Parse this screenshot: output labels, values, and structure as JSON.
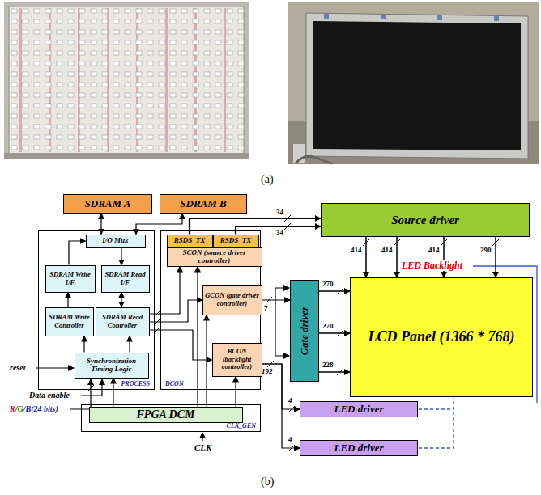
{
  "diagram": {
    "nodes": [
      {
        "text": [
          "SDRAM A"
        ]
      },
      {
        "text": [
          "SDRAM B"
        ]
      },
      {
        "text": [
          "PROCESS"
        ]
      },
      {
        "text": [
          "I/O Mux"
        ],
        "in": 2
      },
      {
        "text": [
          "SDRAM Write I/F"
        ],
        "in": 2
      },
      {
        "text": [
          "SDRAM Read I/F"
        ],
        "in": 2
      },
      {
        "text": [
          "SDRAM Write Controller"
        ],
        "in": 2
      },
      {
        "text": [
          "SDRAM Read Controller"
        ],
        "in": 2
      },
      {
        "text": [
          "Synchronization Timing Logic"
        ],
        "in": 2
      },
      {
        "text": [
          "DCON"
        ]
      },
      {
        "text": [
          "RSDS_TX"
        ],
        "in": 9
      },
      {
        "text": [
          "RSDS_TX"
        ],
        "in": 9
      },
      {
        "text": [
          "SCON (source driver controller)"
        ],
        "in": 9
      },
      {
        "text": [
          "GCON (gate driver controller)"
        ],
        "in": 9
      },
      {
        "text": [
          "BCON (backlight controller)"
        ],
        "in": 9
      },
      {
        "text": [
          "CLK_GEN"
        ]
      },
      {
        "text": [
          "FPGA DCM"
        ],
        "in": 15
      },
      {
        "text": [
          "Source driver"
        ]
      },
      {
        "text": [
          "Gate driver"
        ]
      },
      {
        "text": [
          "LCD Panel (1366 * 768)"
        ]
      },
      {
        "text": [
          "LED driver"
        ]
      },
      {
        "text": [
          "LED driver"
        ]
      }
    ],
    "edges": [
      {
        "from": 3,
        "to": 0,
        "arrow": "both"
      },
      {
        "from": 3,
        "to": 1,
        "arrow": "both"
      },
      {
        "from": 4,
        "to": 3,
        "arrow": "to"
      },
      {
        "from": 3,
        "to": 5,
        "arrow": "to"
      },
      {
        "from": 6,
        "to": 4,
        "arrow": "to"
      },
      {
        "from": 5,
        "to": 7,
        "arrow": "both"
      },
      {
        "from": 8,
        "to": 6,
        "arrow": "to"
      },
      {
        "from": 8,
        "to": 7,
        "arrow": "to"
      },
      {
        "from": 7,
        "to": 12,
        "arrow": "to"
      },
      {
        "from": 7,
        "to": 13,
        "arrow": "to"
      },
      {
        "from": 7,
        "to": 14,
        "arrow": "to"
      },
      {
        "from": 16,
        "to": 8,
        "arrow": "to"
      },
      {
        "from": 16,
        "to": 12,
        "arrow": "to"
      },
      {
        "from": 16,
        "to": 13,
        "arrow": "to"
      },
      {
        "from": 16,
        "to": 14,
        "arrow": "to"
      },
      {
        "from": 10,
        "to": 17,
        "arrow": "to",
        "label": "34"
      },
      {
        "from": 11,
        "to": 17,
        "arrow": "to",
        "label": "34"
      },
      {
        "from": 17,
        "to": 19,
        "arrow": "to",
        "label": "414"
      },
      {
        "from": 17,
        "to": 19,
        "arrow": "to",
        "label": "414"
      },
      {
        "from": 17,
        "to": 19,
        "arrow": "to",
        "label": "414"
      },
      {
        "from": 17,
        "to": 19,
        "arrow": "to",
        "label": "290"
      },
      {
        "from": 18,
        "to": 19,
        "arrow": "to",
        "label": "270"
      },
      {
        "from": 18,
        "to": 19,
        "arrow": "to",
        "label": "270"
      },
      {
        "from": 18,
        "to": 19,
        "arrow": "to",
        "label": "228"
      },
      {
        "from": 13,
        "to": 18,
        "arrow": "to",
        "label": "7"
      },
      {
        "from": 14,
        "to": 20,
        "arrow": "to"
      },
      {
        "from": 14,
        "to": 21,
        "arrow": "to"
      }
    ],
    "labels": [
      "(a)",
      "reset",
      "Data enable",
      "R",
      "/",
      "G",
      "/",
      "B",
      "(24 bits)",
      "CLK",
      "LED Backlight",
      "192",
      "4",
      "4",
      "(b)"
    ]
  }
}
